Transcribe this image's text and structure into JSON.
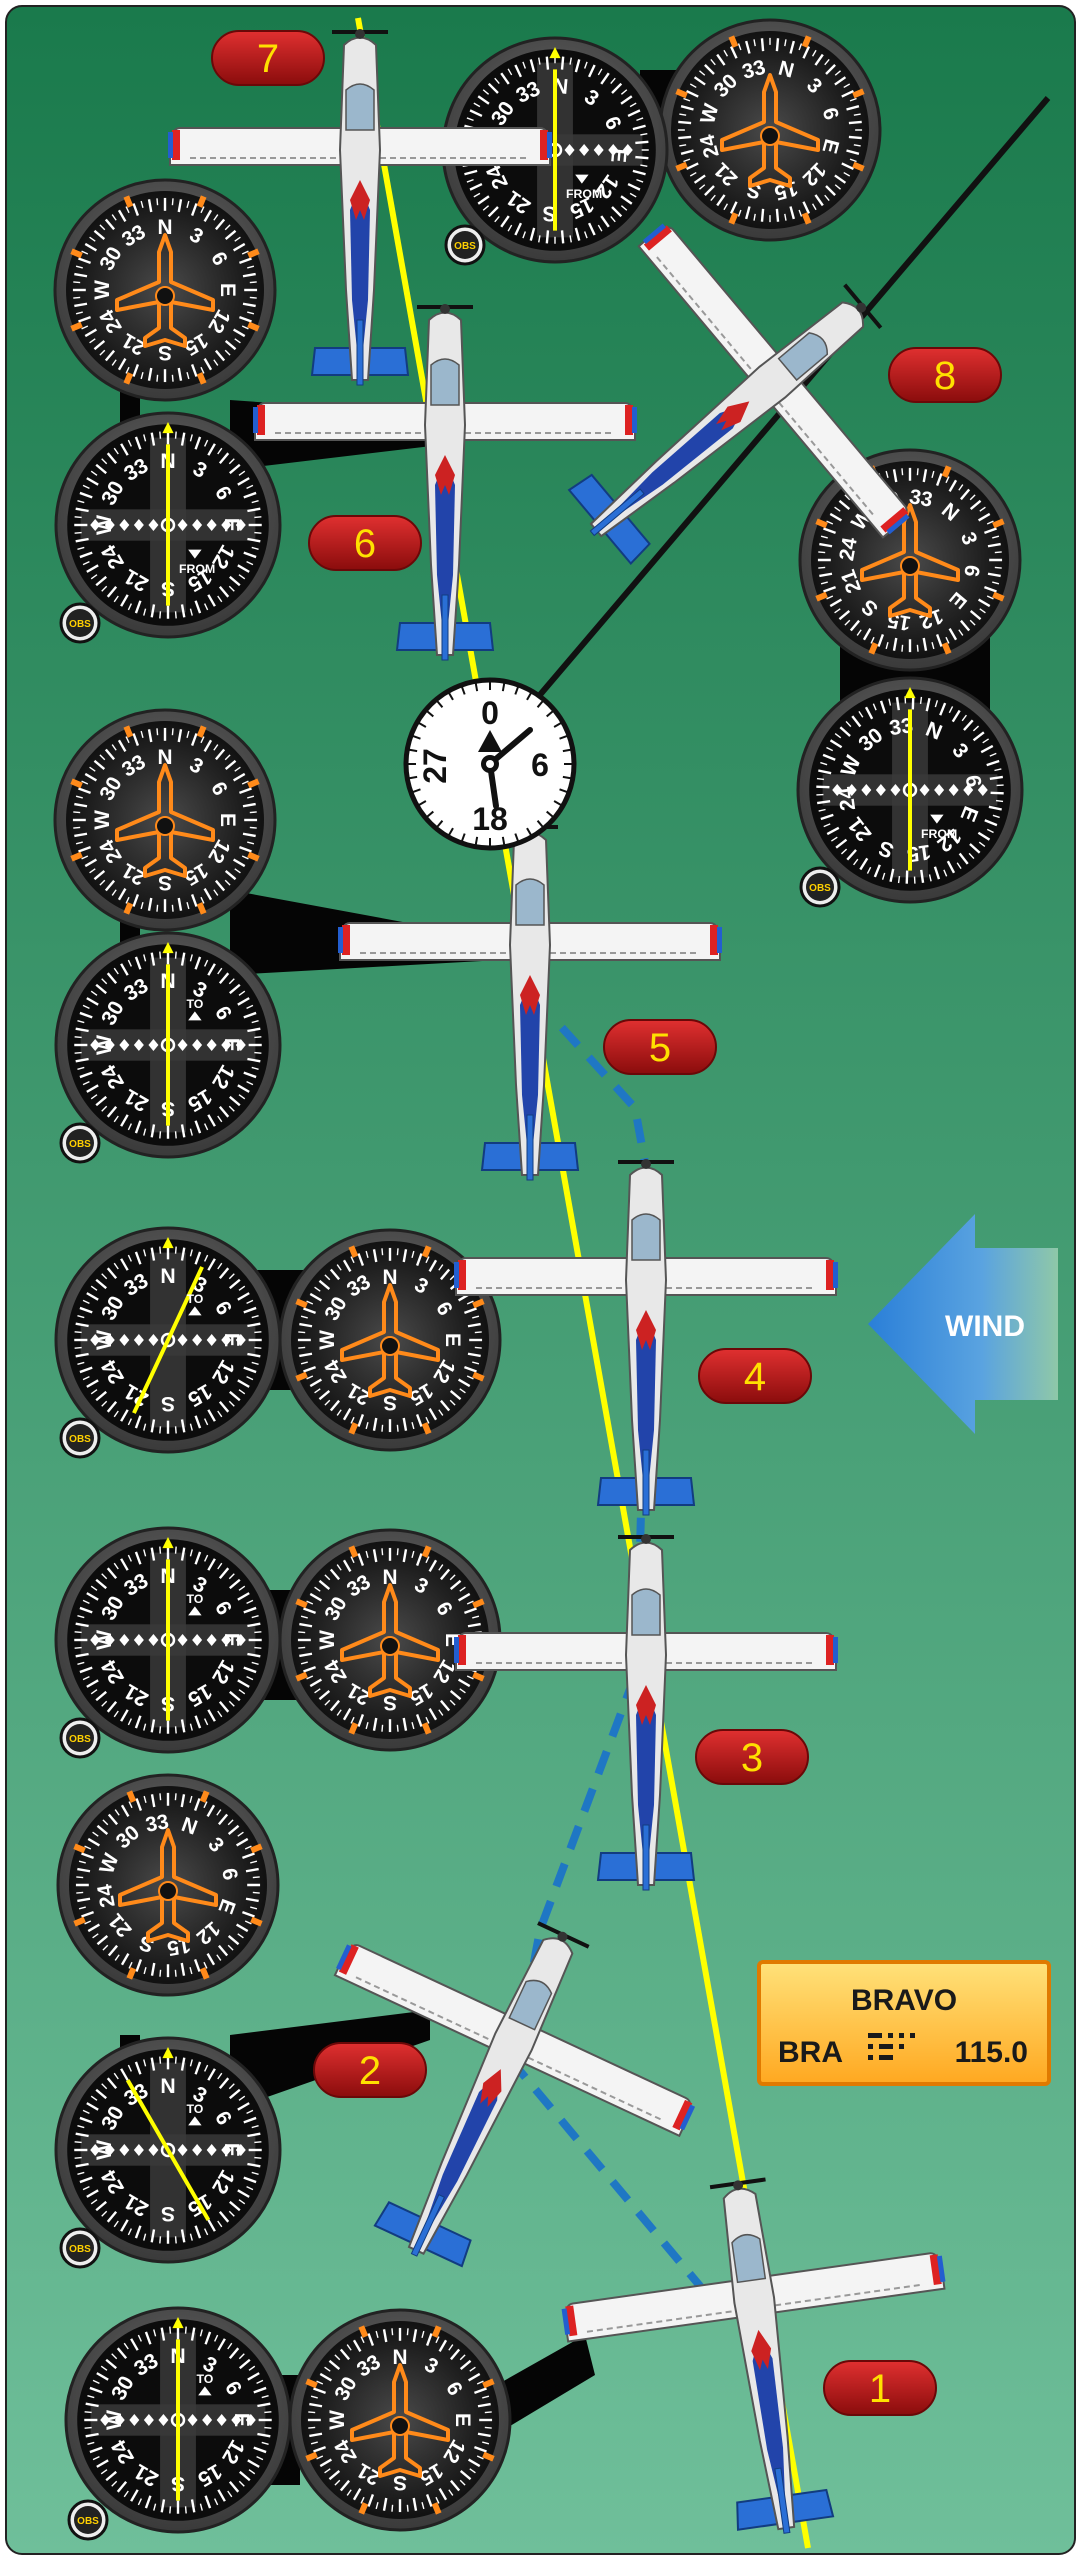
{
  "diagram": {
    "wind_label": "WIND",
    "station": {
      "name": "BRAVO",
      "ident": "BRA",
      "frequency": "115.0"
    },
    "bearing_labels": {
      "north": "0",
      "east": "6",
      "south": "18",
      "west": "27"
    },
    "positions": [
      "1",
      "2",
      "3",
      "4",
      "5",
      "6",
      "7",
      "8"
    ],
    "instrument_labels": {
      "obs": "OBS",
      "to": "TO",
      "from": "FROM"
    },
    "dial_numerals": [
      "N",
      "3",
      "6",
      "E",
      "12",
      "15",
      "S",
      "21",
      "24",
      "W",
      "30",
      "33"
    ]
  },
  "colors": {
    "background_top": "#1a7a4c",
    "background_bottom": "#6fbf9a",
    "course_line": "#ffff00",
    "track_dashes": "#1f77c4",
    "position_badge": "#c01818",
    "position_text": "#ffe000",
    "wind_arrow": "#2a7fd8",
    "station_box": "#ffb020",
    "needle_orange": "#ff8a1a"
  }
}
